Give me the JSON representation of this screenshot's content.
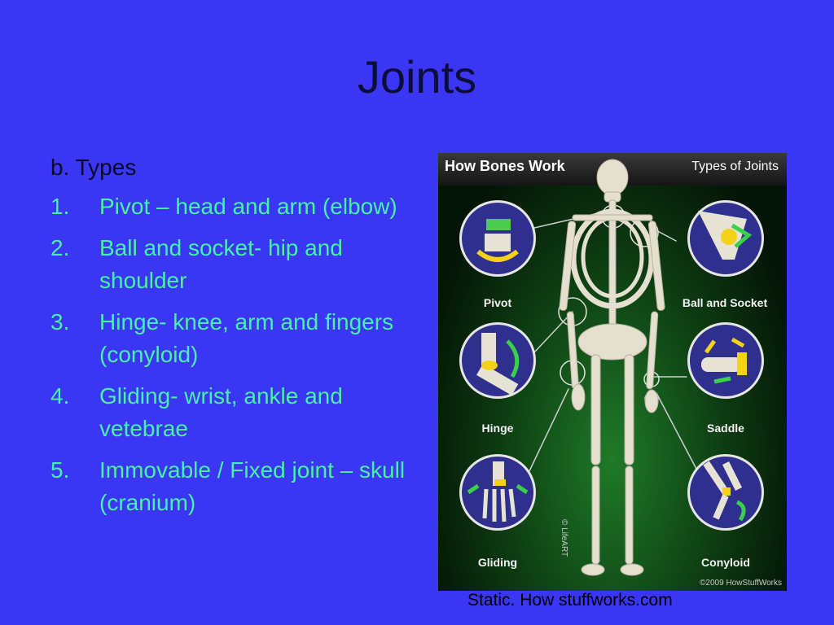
{
  "title": "Joints",
  "subheading": "b. Types",
  "list": [
    {
      "num": "1.",
      "text": "Pivot – head and arm (elbow)"
    },
    {
      "num": "2.",
      "text": "Ball and socket- hip and shoulder"
    },
    {
      "num": "3.",
      "text": "Hinge- knee, arm and fingers (conyloid)"
    },
    {
      "num": "4.",
      "text": "Gliding- wrist, ankle and vetebrae"
    },
    {
      "num": "5.",
      "text": "Immovable / Fixed joint – skull (cranium)"
    }
  ],
  "figure": {
    "header_left": "How Bones Work",
    "header_right": "Types of Joints",
    "labels": {
      "pivot": "Pivot",
      "ball_socket": "Ball and Socket",
      "hinge": "Hinge",
      "saddle": "Saddle",
      "gliding": "Gliding",
      "conyloid": "Conyloid"
    },
    "copyright_side": "© LifeART",
    "copyright_bottom": "©2009 HowStuffWorks"
  },
  "caption": "Static. How stuffworks.com"
}
